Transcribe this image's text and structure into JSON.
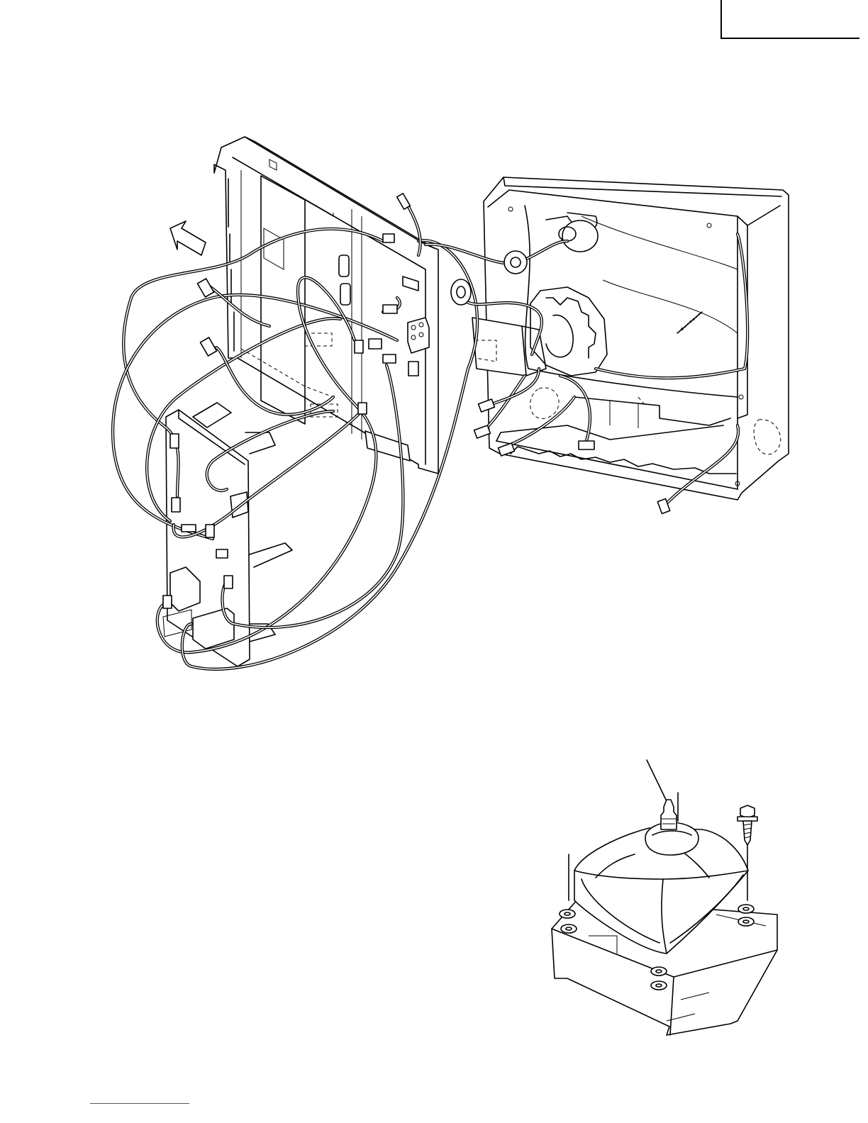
{
  "page": {
    "header_tab": "",
    "footer_link_text": ""
  },
  "figure_main": {
    "parts": [
      "chassis-pcb-frame",
      "wire-harness",
      "cabinet-rear",
      "picture-tube",
      "deflection-yoke",
      "removal-arrow"
    ]
  },
  "figure_tube": {
    "parts": [
      "picture-tube",
      "tube-neck",
      "mounting-screw",
      "washers",
      "cabinet-frame"
    ]
  }
}
